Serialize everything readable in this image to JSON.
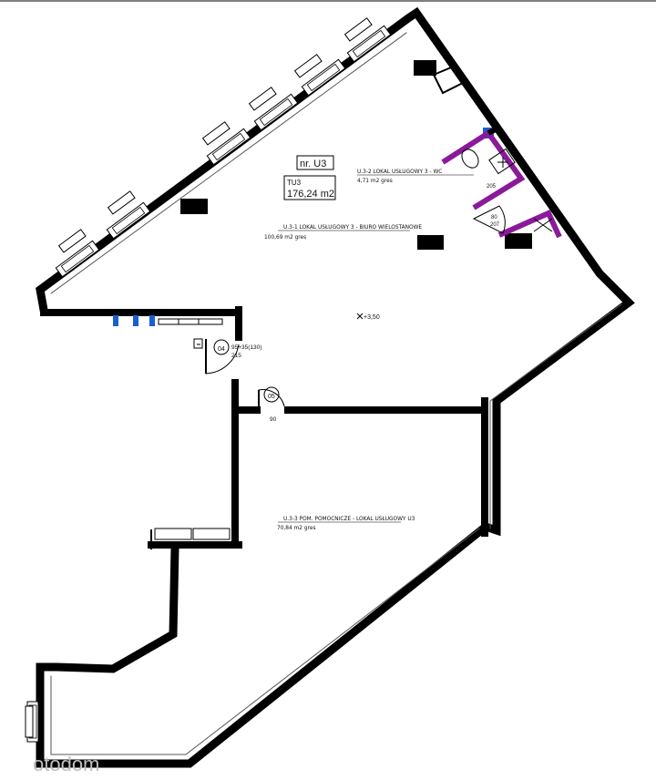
{
  "unit_tag": {
    "number_label": "nr. U3",
    "code": "TU3",
    "area": "176,24 m2"
  },
  "rooms": [
    {
      "label": "U.3-1 LOKAL USŁUGOWY 3 - BIURO WIELOSTANOWE",
      "area": "100,69 m2 gres"
    },
    {
      "label": "U.3-2 LOKAL USŁUGOWY 3 - WC",
      "area": "4,71 m2 gres"
    },
    {
      "label": "U.3-3 POM. POMOCNICZE - LOKAL USŁUGOWY U3",
      "area": "70,84 m2 gres"
    }
  ],
  "level_mark": "+3,50",
  "door_marks": {
    "entrance_height": "95+35(130)",
    "entrance_width": "215",
    "entrance_tag": "04",
    "inner_tag": "05",
    "inner_width": "90",
    "wc_door_top": "80",
    "wc_door_bottom": "207",
    "wc_door_side": "205"
  },
  "watermark": "otodom",
  "colors": {
    "wall": "#000000",
    "wc_wall": "#8b1a9a",
    "fixture": "#1a5fd0",
    "background": "#ffffff"
  }
}
